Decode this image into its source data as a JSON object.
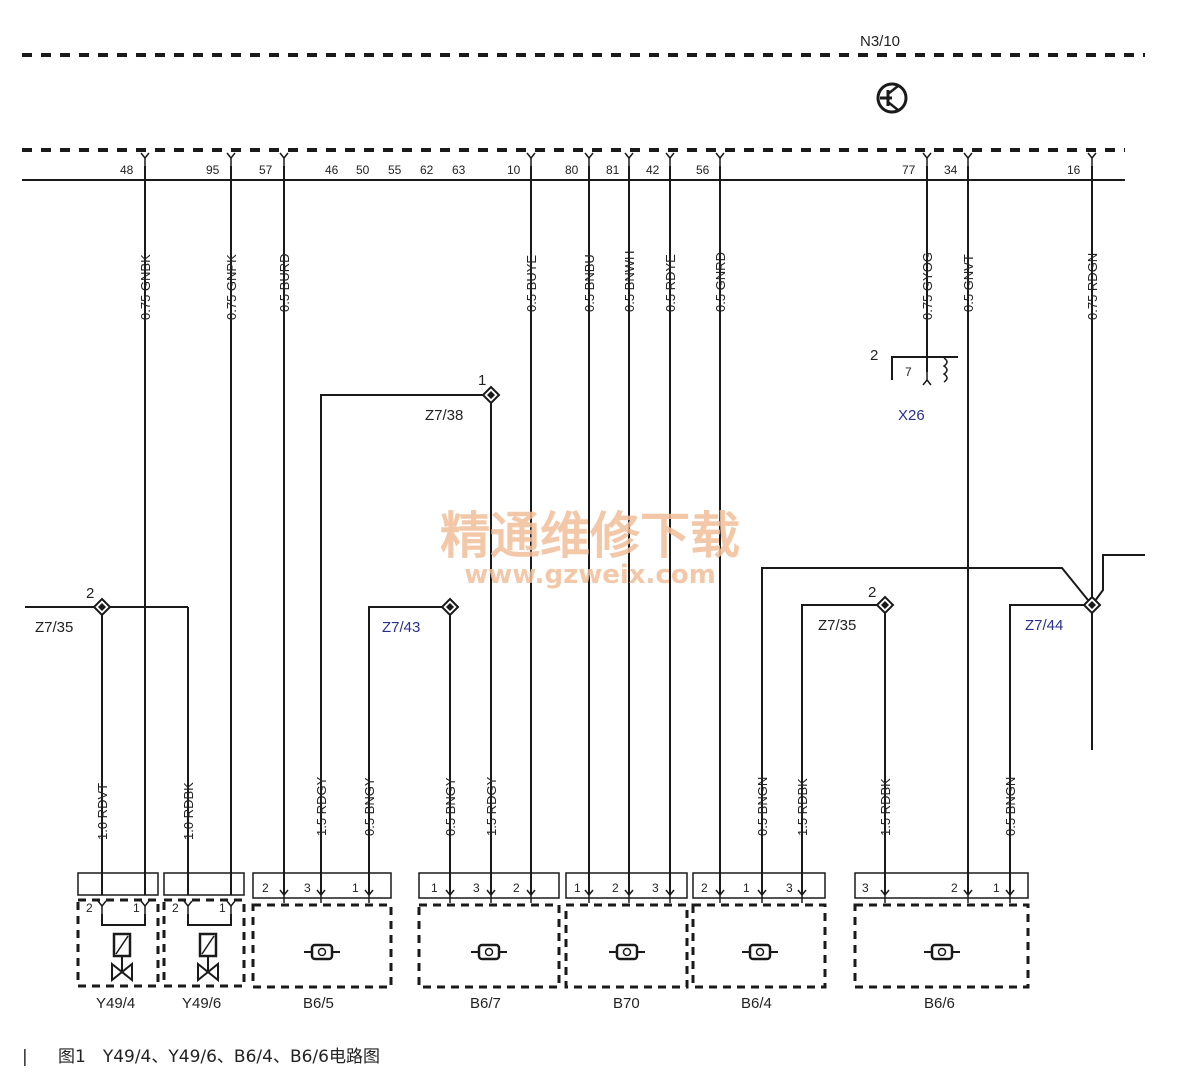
{
  "module": {
    "name": "N3/10",
    "pins": [
      "48",
      "95",
      "57",
      "46",
      "50",
      "55",
      "62",
      "63",
      "10",
      "80",
      "81",
      "42",
      "56",
      "77",
      "34",
      "16"
    ]
  },
  "wires": {
    "w48": "0.75 GNBK",
    "w95": "0.75 GNPK",
    "w57": "0.5 BURD",
    "w10": "0.5 BUYE",
    "w80": "0.5 BNBU",
    "w81": "0.5 BNWH",
    "w42": "0.5 RDYE",
    "w56": "0.5 GNRD",
    "w77": "0.75 GYOG",
    "w34": "0.5 GNVT",
    "w16": "0.75 RDGN",
    "y494_a": "1.0 RDVT",
    "y496_a": "1.0 RDBK",
    "b65_a": "1.5 RDGY",
    "b65_b": "0.5 BNGY",
    "b67_a": "0.5 BNGY",
    "b67_b": "1.5 RDGY",
    "b64_a": "0.5 BNGN",
    "b64_b": "1.5 RDBK",
    "b66_a": "1.5 RDBK",
    "b66_b": "0.5 BNGN"
  },
  "junctions": {
    "z738": "Z7/38",
    "z738_num": "1",
    "z735_left": "Z7/35",
    "z735_left_num": "2",
    "z743": "Z7/43",
    "z735_right": "Z7/35",
    "z735_right_num": "2",
    "z744": "Z7/44"
  },
  "connector_x26": {
    "name": "X26",
    "num_left": "2",
    "pin": "7"
  },
  "components": {
    "y494": {
      "name": "Y49/4",
      "pins": [
        "2",
        "1"
      ]
    },
    "y496": {
      "name": "Y49/6",
      "pins": [
        "2",
        "1"
      ]
    },
    "b65": {
      "name": "B6/5",
      "pins": [
        "2",
        "3",
        "1"
      ]
    },
    "b67": {
      "name": "B6/7",
      "pins": [
        "1",
        "3",
        "2"
      ]
    },
    "b70": {
      "name": "B70",
      "pins": [
        "1",
        "2",
        "3"
      ]
    },
    "b64": {
      "name": "B6/4",
      "pins": [
        "2",
        "1",
        "3"
      ]
    },
    "b66": {
      "name": "B6/6",
      "pins": [
        "3",
        "2",
        "1"
      ]
    }
  },
  "watermark": {
    "line1": "精通维修下载",
    "line2": "www.gzweix.com"
  },
  "caption": {
    "mark": "|",
    "text": "图1　Y49/4、Y49/6、B6/4、B6/6电路图"
  }
}
